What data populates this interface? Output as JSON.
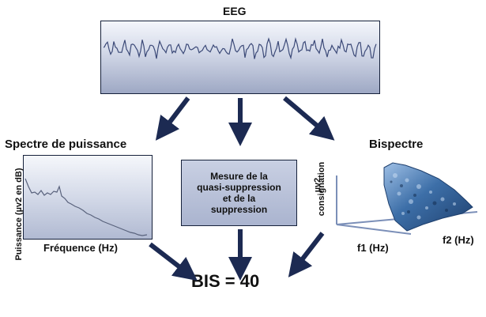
{
  "eeg": {
    "title": "EEG"
  },
  "power_spectrum": {
    "title": "Spectre de puissance",
    "xlabel": "Fréquence (Hz)",
    "ylabel": "Puissance (µv2 en dB)"
  },
  "middle": {
    "label": "Mesure de la\nquasi-suppression\net de la\nsuppression"
  },
  "bispectrum": {
    "title": "Bispectre",
    "ylabel_line1": "consignation",
    "ylabel_line2": "µv2",
    "f1_label": "f1 (Hz)",
    "f2_label": "f2 (Hz)"
  },
  "result": {
    "label": "BIS = 40"
  },
  "colors": {
    "arrow": "#1c2a52",
    "box_border": "#16213b",
    "trace": "#3c4a78",
    "surface": "#2f5f97"
  }
}
